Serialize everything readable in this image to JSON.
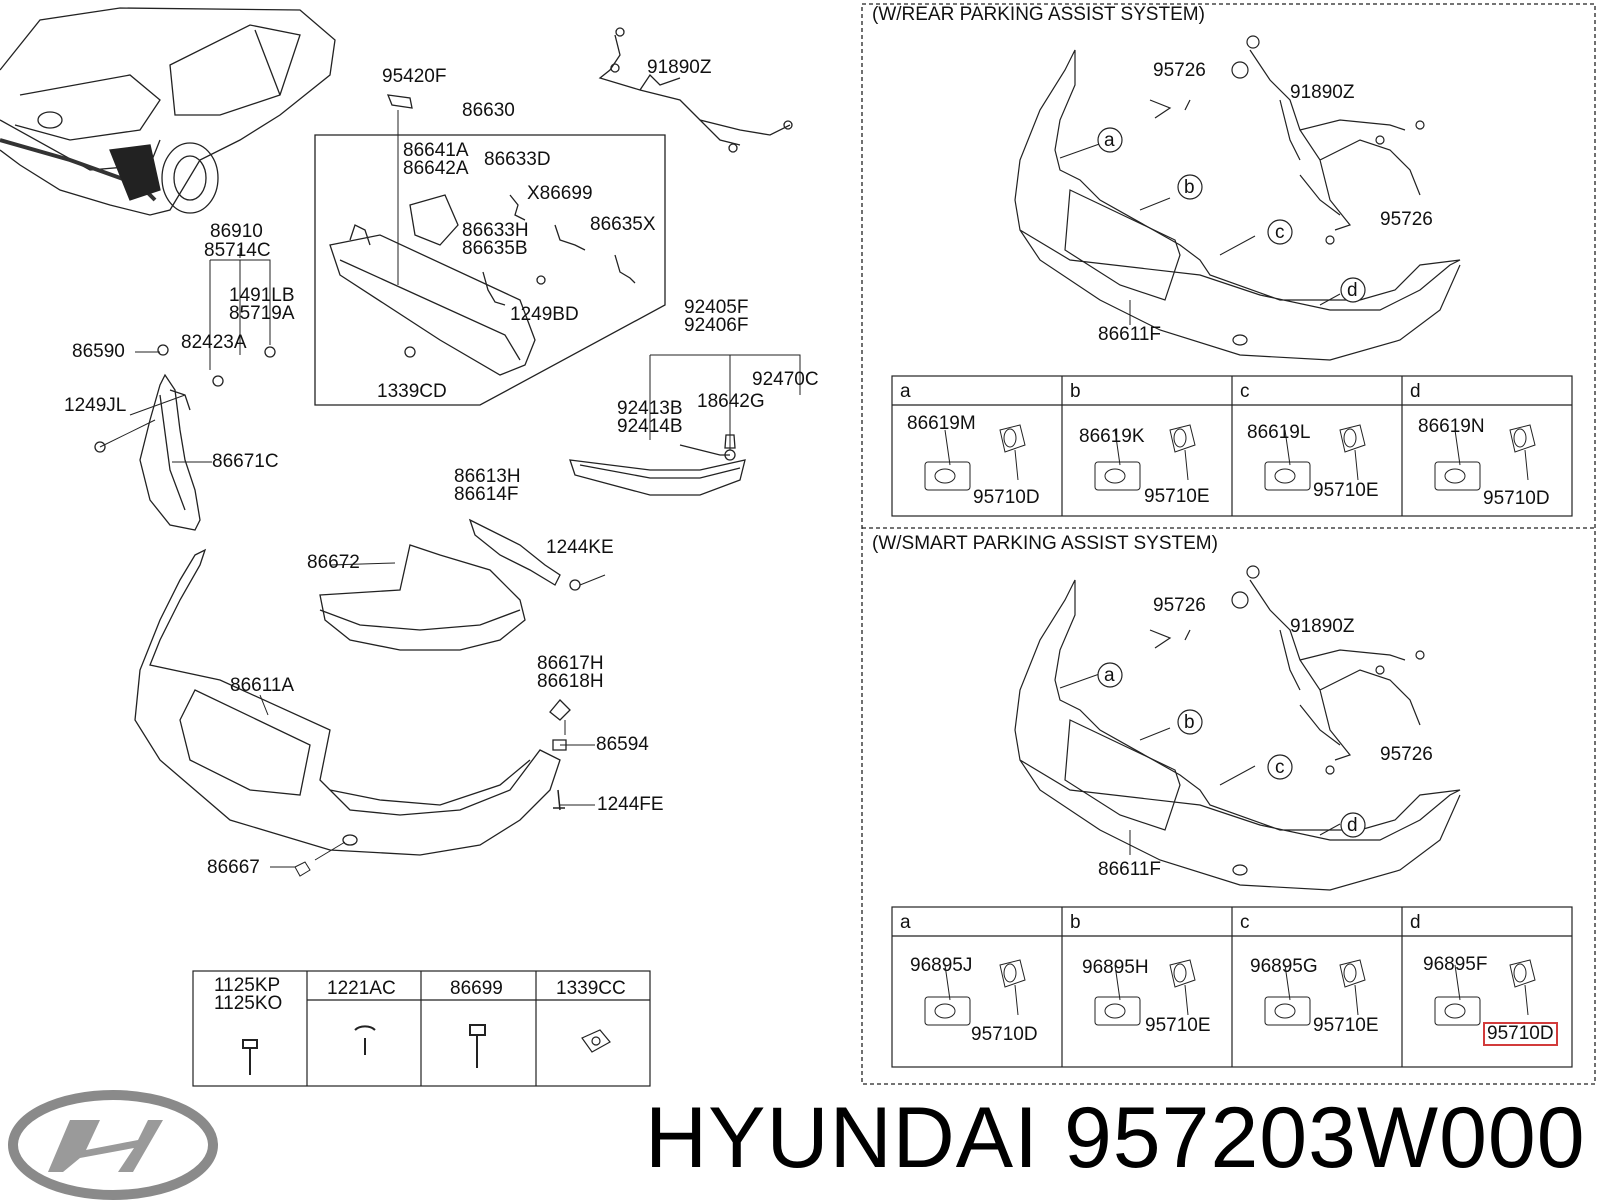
{
  "left_parts": {
    "top_labels": [
      "95420F",
      "86630",
      "91890Z",
      "86641A",
      "86642A",
      "86633D",
      "X86699",
      "86633H",
      "86635B",
      "86635X",
      "1249BD",
      "1339CD",
      "86910",
      "85714C",
      "1491LB",
      "85719A",
      "82423A",
      "86590",
      "1249JL",
      "86671C"
    ],
    "mid_labels": [
      "92405F",
      "92406F",
      "92470C",
      "92413B",
      "92414B",
      "18642G",
      "86613H",
      "86614F",
      "1244KE",
      "86672"
    ],
    "bottom_labels": [
      "86611A",
      "86617H",
      "86618H",
      "86594",
      "1244FE",
      "86667"
    ]
  },
  "rear_system": {
    "title": "(W/REAR PARKING ASSIST SYSTEM)",
    "labels": [
      "95726",
      "91890Z",
      "95726",
      "86611F"
    ],
    "markers": [
      "a",
      "b",
      "c",
      "d"
    ],
    "cells": [
      {
        "key": "a",
        "bracket": "86619M",
        "sensor": "95710D"
      },
      {
        "key": "b",
        "bracket": "86619K",
        "sensor": "95710E"
      },
      {
        "key": "c",
        "bracket": "86619L",
        "sensor": "95710E"
      },
      {
        "key": "d",
        "bracket": "86619N",
        "sensor": "95710D"
      }
    ]
  },
  "smart_system": {
    "title": "(W/SMART PARKING ASSIST SYSTEM)",
    "labels": [
      "95726",
      "91890Z",
      "95726",
      "86611F"
    ],
    "markers": [
      "a",
      "b",
      "c",
      "d"
    ],
    "cells": [
      {
        "key": "a",
        "bracket": "96895J",
        "sensor": "95710D"
      },
      {
        "key": "b",
        "bracket": "96895H",
        "sensor": "95710E"
      },
      {
        "key": "c",
        "bracket": "96895G",
        "sensor": "95710E"
      },
      {
        "key": "d",
        "bracket": "96895F",
        "sensor": "95710D",
        "highlighted": true
      }
    ]
  },
  "fastener_table": {
    "headers": [
      "1125KP",
      "1125KO",
      "1221AC",
      "86699",
      "1339CC"
    ]
  },
  "footer": {
    "brand": "HYUNDAI",
    "part_number": "957203W000"
  },
  "colors": {
    "line": "#222222",
    "highlight": "#d23b3b",
    "logo": "#8a8a8a"
  }
}
